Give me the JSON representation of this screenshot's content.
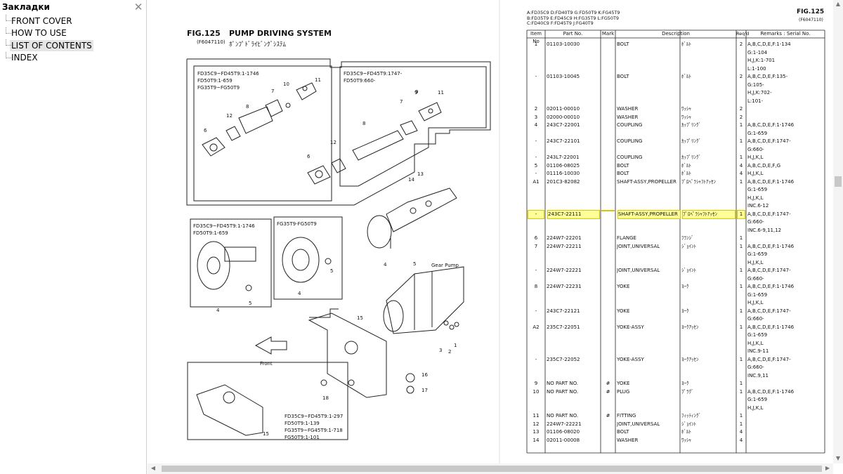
{
  "sidebar": {
    "title": "Закладки",
    "items": [
      {
        "label": "FRONT COVER",
        "selected": false
      },
      {
        "label": "HOW TO USE",
        "selected": false
      },
      {
        "label": "LIST OF CONTENTS",
        "selected": true
      },
      {
        "label": "INDEX",
        "selected": false
      }
    ]
  },
  "left_page": {
    "fig_title": "FIG.125",
    "system_title": "PUMP DRIVING SYSTEM",
    "code": "(F6047110)",
    "jp_title": "ﾎﾟﾝﾌﾟﾄﾞﾗｲﾋﾞﾝｸﾞｼｽﾃﾑ",
    "box1_label": [
      "FD35C9~FD45T9:1-1746",
      "FD50T9:1-659",
      "FG35T9~FG50T9"
    ],
    "box2_label": [
      "FD35C9~FD45T9:1747-",
      "FD50T9:660-"
    ],
    "box3_label": [
      "FD35C9~FD45T9:1-1746",
      "FD50T9:1-659"
    ],
    "box4_label": [
      "FG35T9-FG50T9"
    ],
    "box5_label": [
      "FD35C9~FD45T9:1-297",
      "FD50T9:1-139",
      "FG35T9~FG45T9:1-718",
      "FG50T9:1-101"
    ],
    "gear_pump_label": "Gear Pump",
    "front_label": "Front",
    "callouts": [
      "1",
      "2",
      "3",
      "4",
      "4",
      "4",
      "5",
      "5",
      "5",
      "6",
      "6",
      "7",
      "7",
      "8",
      "8",
      "9",
      "9",
      "10",
      "11",
      "11",
      "12",
      "12",
      "13",
      "14",
      "15",
      "15",
      "16",
      "17",
      "18"
    ]
  },
  "right_page": {
    "legend": [
      "A:FD35C9  D:FD40T9  G:FD50T9  K:FG45T9",
      "B:FD35T9  E:FD45C9  H:FG35T9  L:FG50T9",
      "C:FD40C9  F:FD45T9  J:FG40T9"
    ],
    "fig": "FIG.125",
    "code": "(F6047110)",
    "headers": {
      "item": "Item No",
      "part": "Part No.",
      "mark": "Mark",
      "desc": "Description",
      "reqd": "Req'd",
      "remarks": "Remarks : Serial No."
    },
    "rows": [
      {
        "item": "1",
        "part": "01103-10030",
        "mark": "",
        "desc": "BOLT",
        "jp": "ﾎﾞﾙﾄ",
        "qty": "2",
        "remarks": [
          "A,B,C,D,E,F:1-134",
          "G:1-104",
          "H,J,K:1-701",
          "L:1-100"
        ],
        "hl": false
      },
      {
        "item": "-",
        "part": "01103-10045",
        "mark": "",
        "desc": "BOLT",
        "jp": "ﾎﾞﾙﾄ",
        "qty": "2",
        "remarks": [
          "A,B,C,D,E,F:135-",
          "G:105-",
          "H,J,K:702-",
          "L:101-"
        ],
        "hl": false
      },
      {
        "item": "2",
        "part": "02011-00010",
        "mark": "",
        "desc": "WASHER",
        "jp": "ﾜｯｼｬ",
        "qty": "2",
        "remarks": [],
        "hl": false
      },
      {
        "item": "3",
        "part": "02000-00010",
        "mark": "",
        "desc": "WASHER",
        "jp": "ﾜｯｼｬ",
        "qty": "2",
        "remarks": [],
        "hl": false
      },
      {
        "item": "4",
        "part": "243C7-22001",
        "mark": "",
        "desc": "COUPLING",
        "jp": "ｶｯﾌﾟﾘﾝｸﾞ",
        "qty": "1",
        "remarks": [
          "A,B,C,D,E,F:1-1746",
          "G:1-659"
        ],
        "hl": false
      },
      {
        "item": "-",
        "part": "243C7-22101",
        "mark": "",
        "desc": "COUPLING",
        "jp": "ｶｯﾌﾟﾘﾝｸﾞ",
        "qty": "1",
        "remarks": [
          "A,B,C,D,E,F:1747-",
          "G:660-"
        ],
        "hl": false
      },
      {
        "item": "-",
        "part": "243L7-22001",
        "mark": "",
        "desc": "COUPLING",
        "jp": "ｶｯﾌﾟﾘﾝｸﾞ",
        "qty": "1",
        "remarks": [
          "H,J,K,L"
        ],
        "hl": false
      },
      {
        "item": "5",
        "part": "01106-08025",
        "mark": "",
        "desc": "BOLT",
        "jp": "ﾎﾞﾙﾄ",
        "qty": "4",
        "remarks": [
          "A,B,C,D,E,F,G"
        ],
        "hl": false
      },
      {
        "item": "-",
        "part": "01116-10030",
        "mark": "",
        "desc": "BOLT",
        "jp": "ﾎﾞﾙﾄ",
        "qty": "4",
        "remarks": [
          "H,J,K,L"
        ],
        "hl": false
      },
      {
        "item": "A1",
        "part": "201C3-82082",
        "mark": "",
        "desc": "SHAFT-ASSY,PROPELLER",
        "jp": "ﾌﾟﾛﾍﾟﾗｼｬﾌﾄｱｯｾﾝ",
        "qty": "1",
        "remarks": [
          "A,B,C,D,E,F:1-1746",
          "G:1-659",
          "H,J,K,L",
          "INC.6-12"
        ],
        "hl": false
      },
      {
        "item": "-",
        "part": "243C7-22111",
        "mark": "",
        "desc": "SHAFT-ASSY,PROPELLER",
        "jp": "ﾌﾟﾛﾍﾟﾗｼｬﾌﾄｱｯｾﾝ",
        "qty": "1",
        "remarks": [
          "A,B,C,D,E,F:1747-",
          "G:660-",
          "INC.6-9,11,12"
        ],
        "hl": true
      },
      {
        "item": "6",
        "part": "224W7-22201",
        "mark": "",
        "desc": "FLANGE",
        "jp": "ﾌﾗﾝｼﾞ",
        "qty": "1",
        "remarks": [],
        "hl": false
      },
      {
        "item": "7",
        "part": "224W7-22211",
        "mark": "",
        "desc": "JOINT,UNIVERSAL",
        "jp": "ｼﾞｮｲﾝﾄ",
        "qty": "1",
        "remarks": [
          "A,B,C,D,E,F:1-1746",
          "G:1-659",
          "H,J,K,L"
        ],
        "hl": false
      },
      {
        "item": "-",
        "part": "224W7-22221",
        "mark": "",
        "desc": "JOINT,UNIVERSAL",
        "jp": "ｼﾞｮｲﾝﾄ",
        "qty": "1",
        "remarks": [
          "A,B,C,D,E,F:1747-",
          "G:660-"
        ],
        "hl": false
      },
      {
        "item": "8",
        "part": "224W7-22231",
        "mark": "",
        "desc": "YOKE",
        "jp": "ﾖｰｸ",
        "qty": "1",
        "remarks": [
          "A,B,C,D,E,F:1-1746",
          "G:1-659",
          "H,J,K,L"
        ],
        "hl": false
      },
      {
        "item": "-",
        "part": "243C7-22121",
        "mark": "",
        "desc": "YOKE",
        "jp": "ﾖｰｸ",
        "qty": "1",
        "remarks": [
          "A,B,C,D,E,F:1747-",
          "G:660-"
        ],
        "hl": false
      },
      {
        "item": "A2",
        "part": "235C7-22051",
        "mark": "",
        "desc": "YOKE-ASSY",
        "jp": "ﾖｰｸｱｯｾﾝ",
        "qty": "1",
        "remarks": [
          "A,B,C,D,E,F:1-1746",
          "G:1-659",
          "H,J,K,L",
          "INC.9-11"
        ],
        "hl": false
      },
      {
        "item": "-",
        "part": "235C7-22052",
        "mark": "",
        "desc": "YOKE-ASSY",
        "jp": "ﾖｰｸｱｯｾﾝ",
        "qty": "1",
        "remarks": [
          "A,B,C,D,E,F:1747-",
          "G:660-",
          "INC.9,11"
        ],
        "hl": false
      },
      {
        "item": "9",
        "part": "NO PART NO.",
        "mark": "#",
        "desc": "YOKE",
        "jp": "ﾖｰｸ",
        "qty": "1",
        "remarks": [],
        "hl": false
      },
      {
        "item": "10",
        "part": "NO PART NO.",
        "mark": "#",
        "desc": "PLUG",
        "jp": "ﾌﾟﾗｸﾞ",
        "qty": "1",
        "remarks": [
          "A,B,C,D,E,F:1-1746",
          "G:1-659",
          "H,J,K,L"
        ],
        "hl": false
      },
      {
        "item": "11",
        "part": "NO PART NO.",
        "mark": "#",
        "desc": "FITTING",
        "jp": "ﾌｨｯﾃｨﾝｸﾞ",
        "qty": "1",
        "remarks": [],
        "hl": false
      },
      {
        "item": "12",
        "part": "224W7-22221",
        "mark": "",
        "desc": "JOINT,UNIVERSAL",
        "jp": "ｼﾞｮｲﾝﾄ",
        "qty": "1",
        "remarks": [],
        "hl": false
      },
      {
        "item": "13",
        "part": "01106-08020",
        "mark": "",
        "desc": "BOLT",
        "jp": "ﾎﾞﾙﾄ",
        "qty": "4",
        "remarks": [],
        "hl": false
      },
      {
        "item": "14",
        "part": "02011-00008",
        "mark": "",
        "desc": "WASHER",
        "jp": "ﾜｯｼｬ",
        "qty": "4",
        "remarks": [],
        "hl": false
      }
    ]
  },
  "colors": {
    "highlight": "#ffff99",
    "line": "#222222",
    "sidebar_selected": "#e5e5e5"
  },
  "icons": {
    "close": "close-icon",
    "scroll_up": "arrow-up-icon",
    "scroll_down": "arrow-down-icon",
    "scroll_left": "arrow-left-icon",
    "scroll_right": "arrow-right-icon"
  }
}
